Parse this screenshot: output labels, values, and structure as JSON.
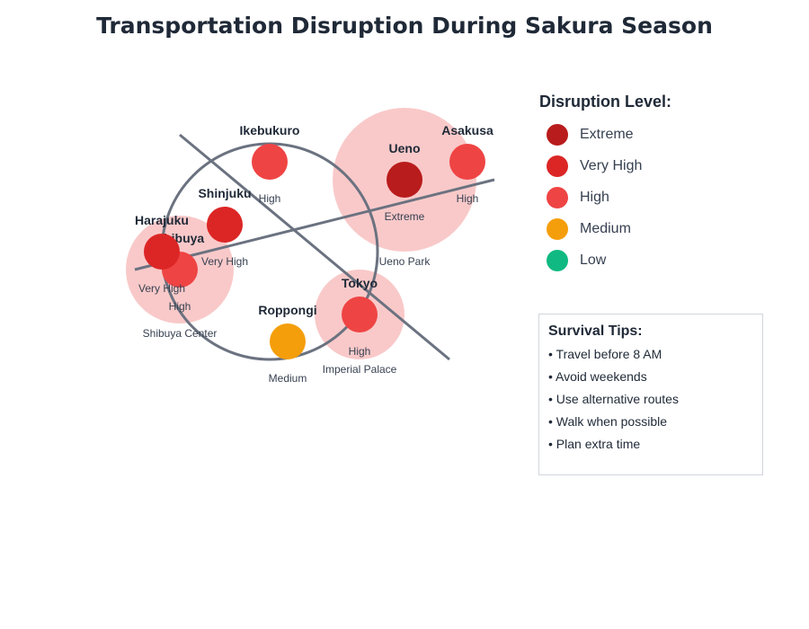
{
  "title": "Transportation Disruption During Sakura Season",
  "levels": {
    "extreme": {
      "label": "Extreme",
      "color": "#b91c1c"
    },
    "very_high": {
      "label": "Very High",
      "color": "#dc2626"
    },
    "high": {
      "label": "High",
      "color": "#ef4444"
    },
    "medium": {
      "label": "Medium",
      "color": "#f59e0b"
    },
    "low": {
      "label": "Low",
      "color": "#10b981"
    }
  },
  "legend": {
    "title": "Disruption Level:",
    "items": [
      {
        "label": "Extreme",
        "color": "#b91c1c"
      },
      {
        "label": "Very High",
        "color": "#dc2626"
      },
      {
        "label": "High",
        "color": "#ef4444"
      },
      {
        "label": "Medium",
        "color": "#f59e0b"
      },
      {
        "label": "Low",
        "color": "#10b981"
      }
    ]
  },
  "hotspots": [
    {
      "name": "Ueno Park",
      "color": "#f9c9c9"
    },
    {
      "name": "Shibuya Center",
      "color": "#f9c9c9"
    },
    {
      "name": "Imperial Palace",
      "color": "#f9c9c9"
    }
  ],
  "stations": [
    {
      "name": "Ikebukuro",
      "level": "High",
      "color": "#ef4444"
    },
    {
      "name": "Ueno",
      "level": "Extreme",
      "color": "#b91c1c"
    },
    {
      "name": "Asakusa",
      "level": "High",
      "color": "#ef4444"
    },
    {
      "name": "Shinjuku",
      "level": "Very High",
      "color": "#dc2626"
    },
    {
      "name": "Shibuya",
      "level": "High",
      "color": "#ef4444"
    },
    {
      "name": "Harajuku",
      "level": "Very High",
      "color": "#dc2626"
    },
    {
      "name": "Roppongi",
      "level": "Medium",
      "color": "#f59e0b"
    },
    {
      "name": "Tokyo",
      "level": "High",
      "color": "#ef4444"
    }
  ],
  "tips": {
    "title": "Survival Tips:",
    "items": [
      "• Travel before 8 AM",
      "• Avoid weekends",
      "• Use alternative routes",
      "• Walk when possible",
      "• Plan extra time"
    ]
  },
  "line_color": "#6b7280"
}
